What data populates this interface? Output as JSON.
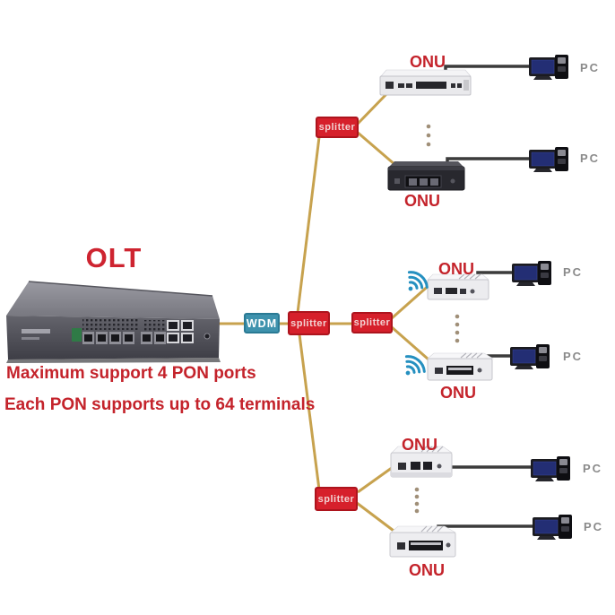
{
  "olt": {
    "title": "OLT",
    "notes": [
      "Maximum support 4 PON ports",
      "Each PON supports up to 64 terminals"
    ]
  },
  "wdm": {
    "label": "WDM"
  },
  "splitters": [
    {
      "id": "splitter-top",
      "label": "splitter"
    },
    {
      "id": "splitter-trunk",
      "label": "splitter"
    },
    {
      "id": "splitter-middle",
      "label": "splitter"
    },
    {
      "id": "splitter-bottom",
      "label": "splitter"
    }
  ],
  "onus": [
    {
      "id": "onu-1",
      "label": "ONU",
      "type": "rack-white"
    },
    {
      "id": "onu-2",
      "label": "ONU",
      "type": "desktop-black"
    },
    {
      "id": "onu-3",
      "label": "ONU",
      "type": "wifi-white"
    },
    {
      "id": "onu-4",
      "label": "ONU",
      "type": "wifi-white"
    },
    {
      "id": "onu-5",
      "label": "ONU",
      "type": "desktop-white"
    },
    {
      "id": "onu-6",
      "label": "ONU",
      "type": "desktop-white"
    }
  ],
  "pcs": [
    {
      "label": "PC"
    },
    {
      "label": "PC"
    },
    {
      "label": "PC"
    },
    {
      "label": "PC"
    },
    {
      "label": "PC"
    },
    {
      "label": "PC"
    }
  ],
  "colors": {
    "fiber_line": "#C7A24E",
    "ethernet_cable": "#3B3B3B",
    "splitter_box": "#D6202B",
    "wdm_box": "#3E92AD",
    "red_text": "#C4232B",
    "pc_label_text": "#8A8A8A",
    "wifi_icon": "#2590C0",
    "pc_screen": "#232E74"
  }
}
